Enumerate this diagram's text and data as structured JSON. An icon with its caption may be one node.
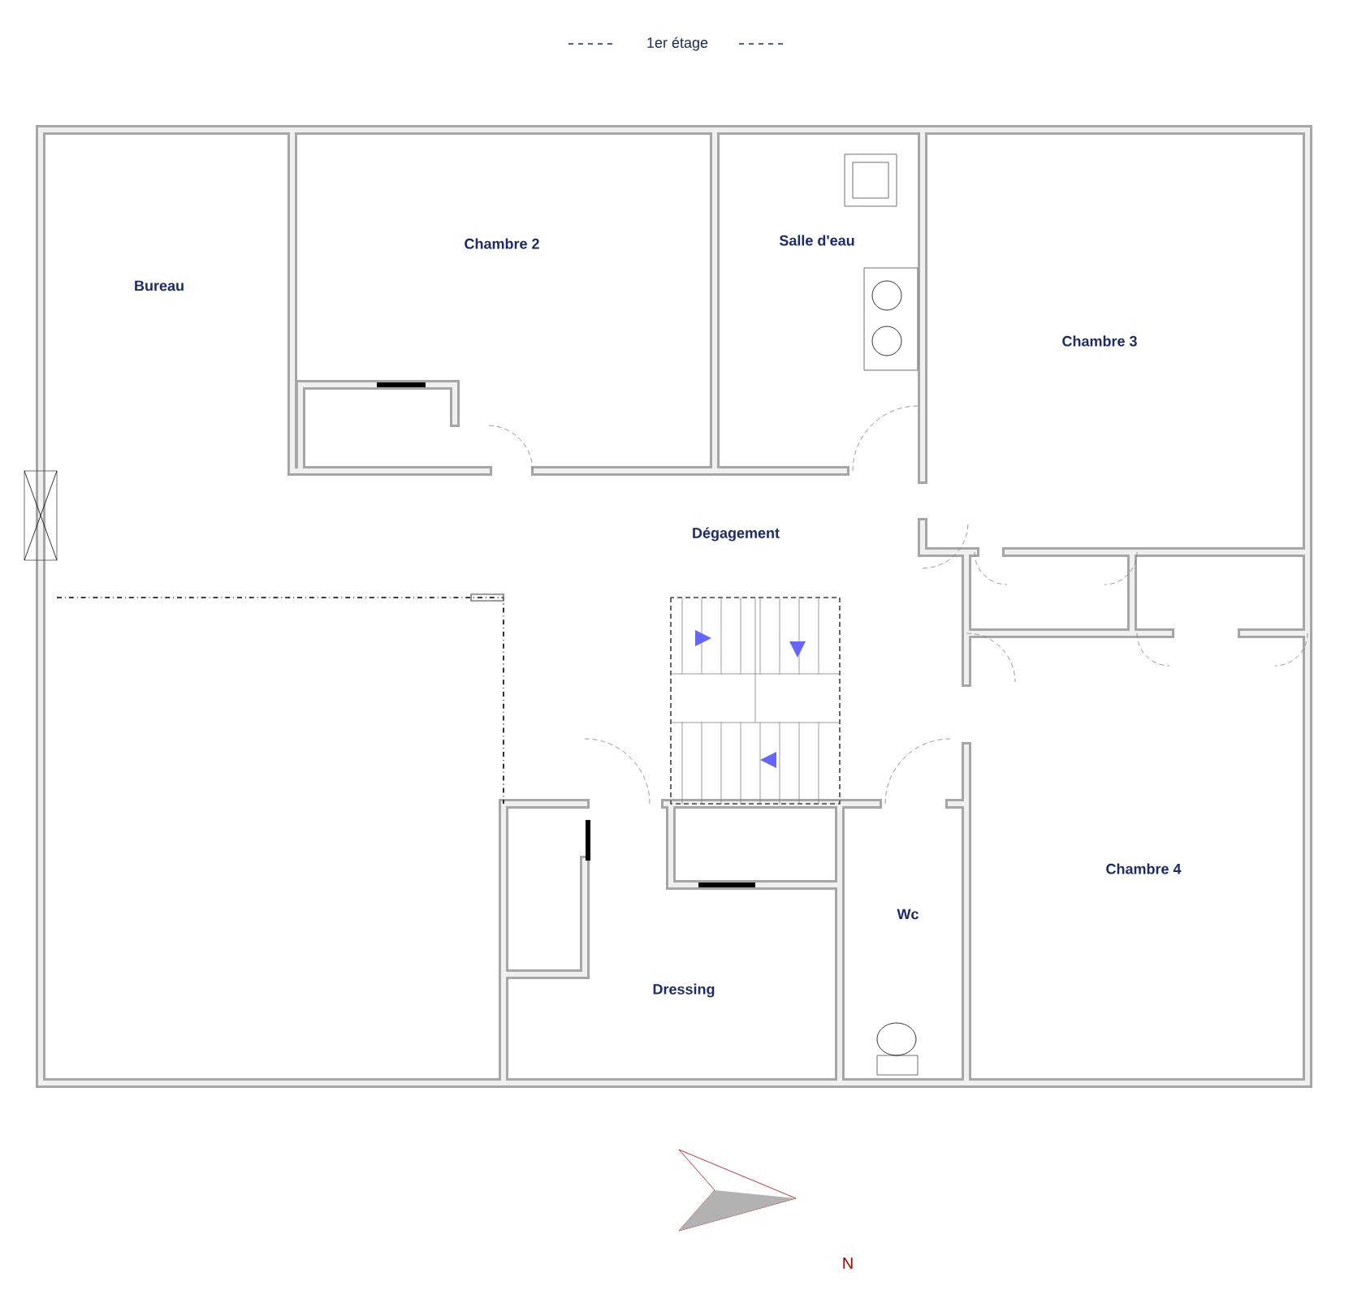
{
  "diagram": {
    "title": "1er étage",
    "nodes": [
      {
        "text": [
          "Bureau"
        ]
      },
      {
        "text": [
          "Chambre 2"
        ]
      },
      {
        "text": [
          "Salle d'eau"
        ]
      },
      {
        "text": [
          "Chambre 3"
        ]
      },
      {
        "text": [
          "Dégagement"
        ]
      },
      {
        "text": [
          "Chambre 4"
        ]
      },
      {
        "text": [
          "Wc"
        ]
      },
      {
        "text": [
          "Dressing"
        ]
      }
    ],
    "labels": [
      "N"
    ]
  }
}
